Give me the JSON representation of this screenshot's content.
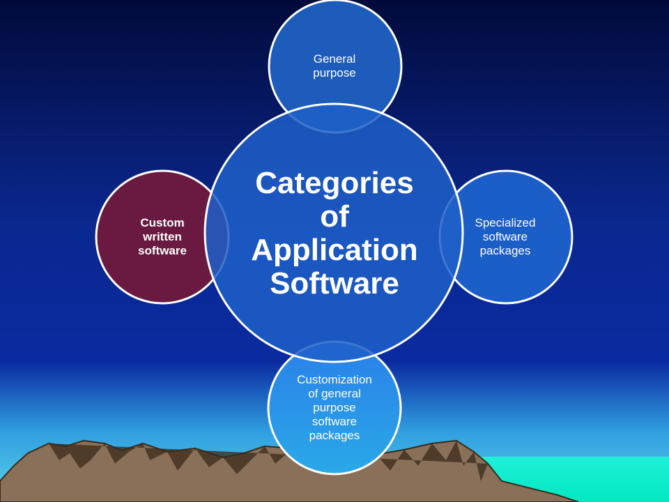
{
  "diagram": {
    "center": {
      "text": "Categories\nof\nApplication\nSoftware"
    },
    "nodes": {
      "top": {
        "text": "General\npurpose"
      },
      "right": {
        "text": "Specialized\nsoftware\npackages"
      },
      "bottom": {
        "text": "Customization\nof general\npurpose\nsoftware\npackages"
      },
      "left": {
        "text": "Custom\nwritten\nsoftware"
      }
    }
  },
  "colors": {
    "sky_top": "#020a3a",
    "sky_mid": "#0a2aa0",
    "horizon": "#45c8e6",
    "sea": "#00f0d0",
    "circle_blue": "#1c5ec8",
    "circle_bright": "#2a7ae8",
    "circle_maroon": "#6a1a40",
    "outline": "#ffffff",
    "mountain": "#8a7058",
    "mountain_shadow": "#3a2a1a"
  }
}
